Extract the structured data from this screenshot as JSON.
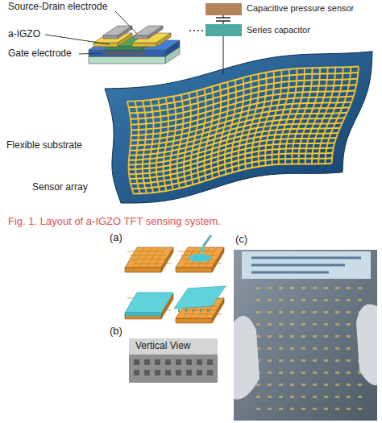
{
  "diagram": {
    "caption": "Fig. 1. Layout of a-IGZO TFT sensing system.",
    "labels": [
      "Source-Drain electrode",
      "a-IGZO",
      "Gate electrode",
      "Capacitive pressure sensor",
      "Series capacitor",
      "Flexible substrate",
      "Sensor array",
      "(a)",
      "(c)",
      "(b)",
      "Vertical View"
    ]
  }
}
